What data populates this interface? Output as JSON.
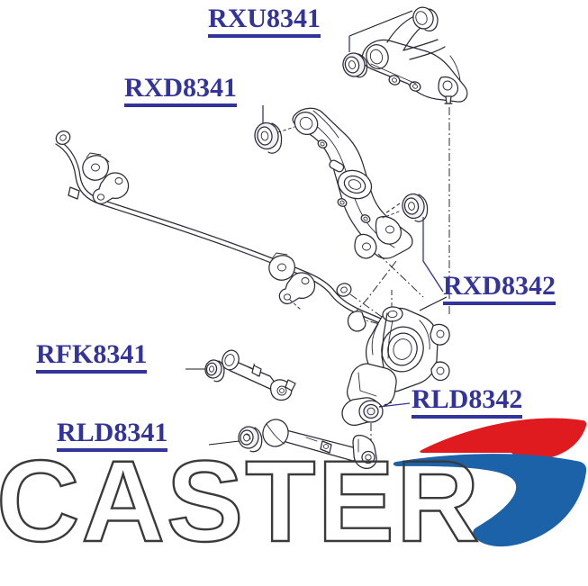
{
  "diagram": {
    "title": "Rear suspension exploded parts diagram",
    "background_color": "#ffffff",
    "line_color": "#2b2b38",
    "label_color": "#33339c",
    "labels": [
      {
        "id": "rxu8341",
        "text": "RXU8341",
        "part": "upper control arm bushing"
      },
      {
        "id": "rxd8341",
        "text": "RXD8341",
        "part": "lower control arm front bushing"
      },
      {
        "id": "rxd8342",
        "text": "RXD8342",
        "part": "lower control arm rear bushing"
      },
      {
        "id": "rfk8341",
        "text": "RFK8341",
        "part": "toe link bushing"
      },
      {
        "id": "rld8341",
        "text": "RLD8341",
        "part": "trailing link bushing"
      },
      {
        "id": "rld8342",
        "text": "RLD8342",
        "part": "knuckle lower bushing"
      }
    ],
    "components": [
      {
        "name": "upper-control-arm",
        "description": "Upper control arm with ball joint"
      },
      {
        "name": "lower-control-arm",
        "description": "Lower control arm with spring seat"
      },
      {
        "name": "stabilizer-bar",
        "description": "Stabilizer / anti-roll bar with bushings and brackets"
      },
      {
        "name": "steering-knuckle",
        "description": "Rear steering knuckle / hub carrier"
      },
      {
        "name": "toe-link",
        "description": "Toe adjustment link with ball joint"
      },
      {
        "name": "trailing-link",
        "description": "Trailing / lateral link arm"
      }
    ]
  },
  "logo": {
    "wordmark": "CASTER",
    "swoosh_top_color": "#e01b20",
    "swoosh_bottom_color": "#1b62a8",
    "wordmark_stroke_color": "#3a3a3a"
  }
}
